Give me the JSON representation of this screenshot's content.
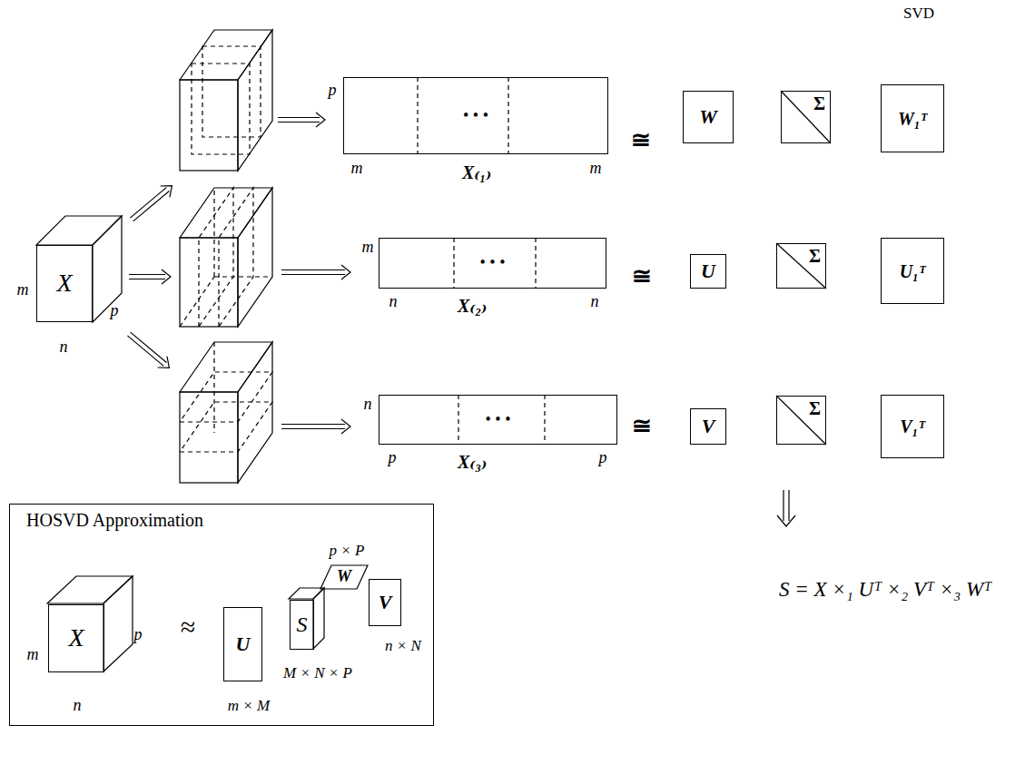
{
  "diagram": {
    "nodes": [
      {
        "text": [
          "X"
        ]
      },
      {
        "text": [
          "• • •"
        ]
      },
      {
        "text": [
          "W"
        ]
      },
      {
        "text": [
          "Σ"
        ]
      },
      {
        "text": [
          "W₁ᵀ"
        ]
      },
      {
        "text": [
          "• • •"
        ]
      },
      {
        "text": [
          "U"
        ]
      },
      {
        "text": [
          "Σ"
        ]
      },
      {
        "text": [
          "U₁ᵀ"
        ]
      },
      {
        "text": [
          "• • •"
        ]
      },
      {
        "text": [
          "V"
        ]
      },
      {
        "text": [
          "Σ"
        ]
      },
      {
        "text": [
          "V₁ᵀ"
        ]
      },
      {
        "text": [
          "HOSVD Approximation"
        ]
      },
      {
        "text": [
          "X"
        ],
        "in": 13
      },
      {
        "text": [
          "U"
        ],
        "in": 13
      },
      {
        "text": [
          "S"
        ],
        "in": 13
      },
      {
        "text": [
          "W"
        ],
        "in": 13
      },
      {
        "text": [
          "V"
        ],
        "in": 13
      }
    ],
    "labels": [
      "SVD",
      "p",
      "m",
      "m",
      "X₍₁₎",
      "≅",
      "m",
      "n",
      "n",
      "X₍₂₎",
      "≅",
      "n",
      "p",
      "p",
      "X₍₃₎",
      "≅",
      "m",
      "n",
      "p",
      "≈",
      "m",
      "n",
      "p",
      "m × M",
      "M × N × P",
      "n × N",
      "p × P",
      "S = X ×₁ Uᵀ ×₂ Vᵀ ×₃ Wᵀ"
    ]
  }
}
